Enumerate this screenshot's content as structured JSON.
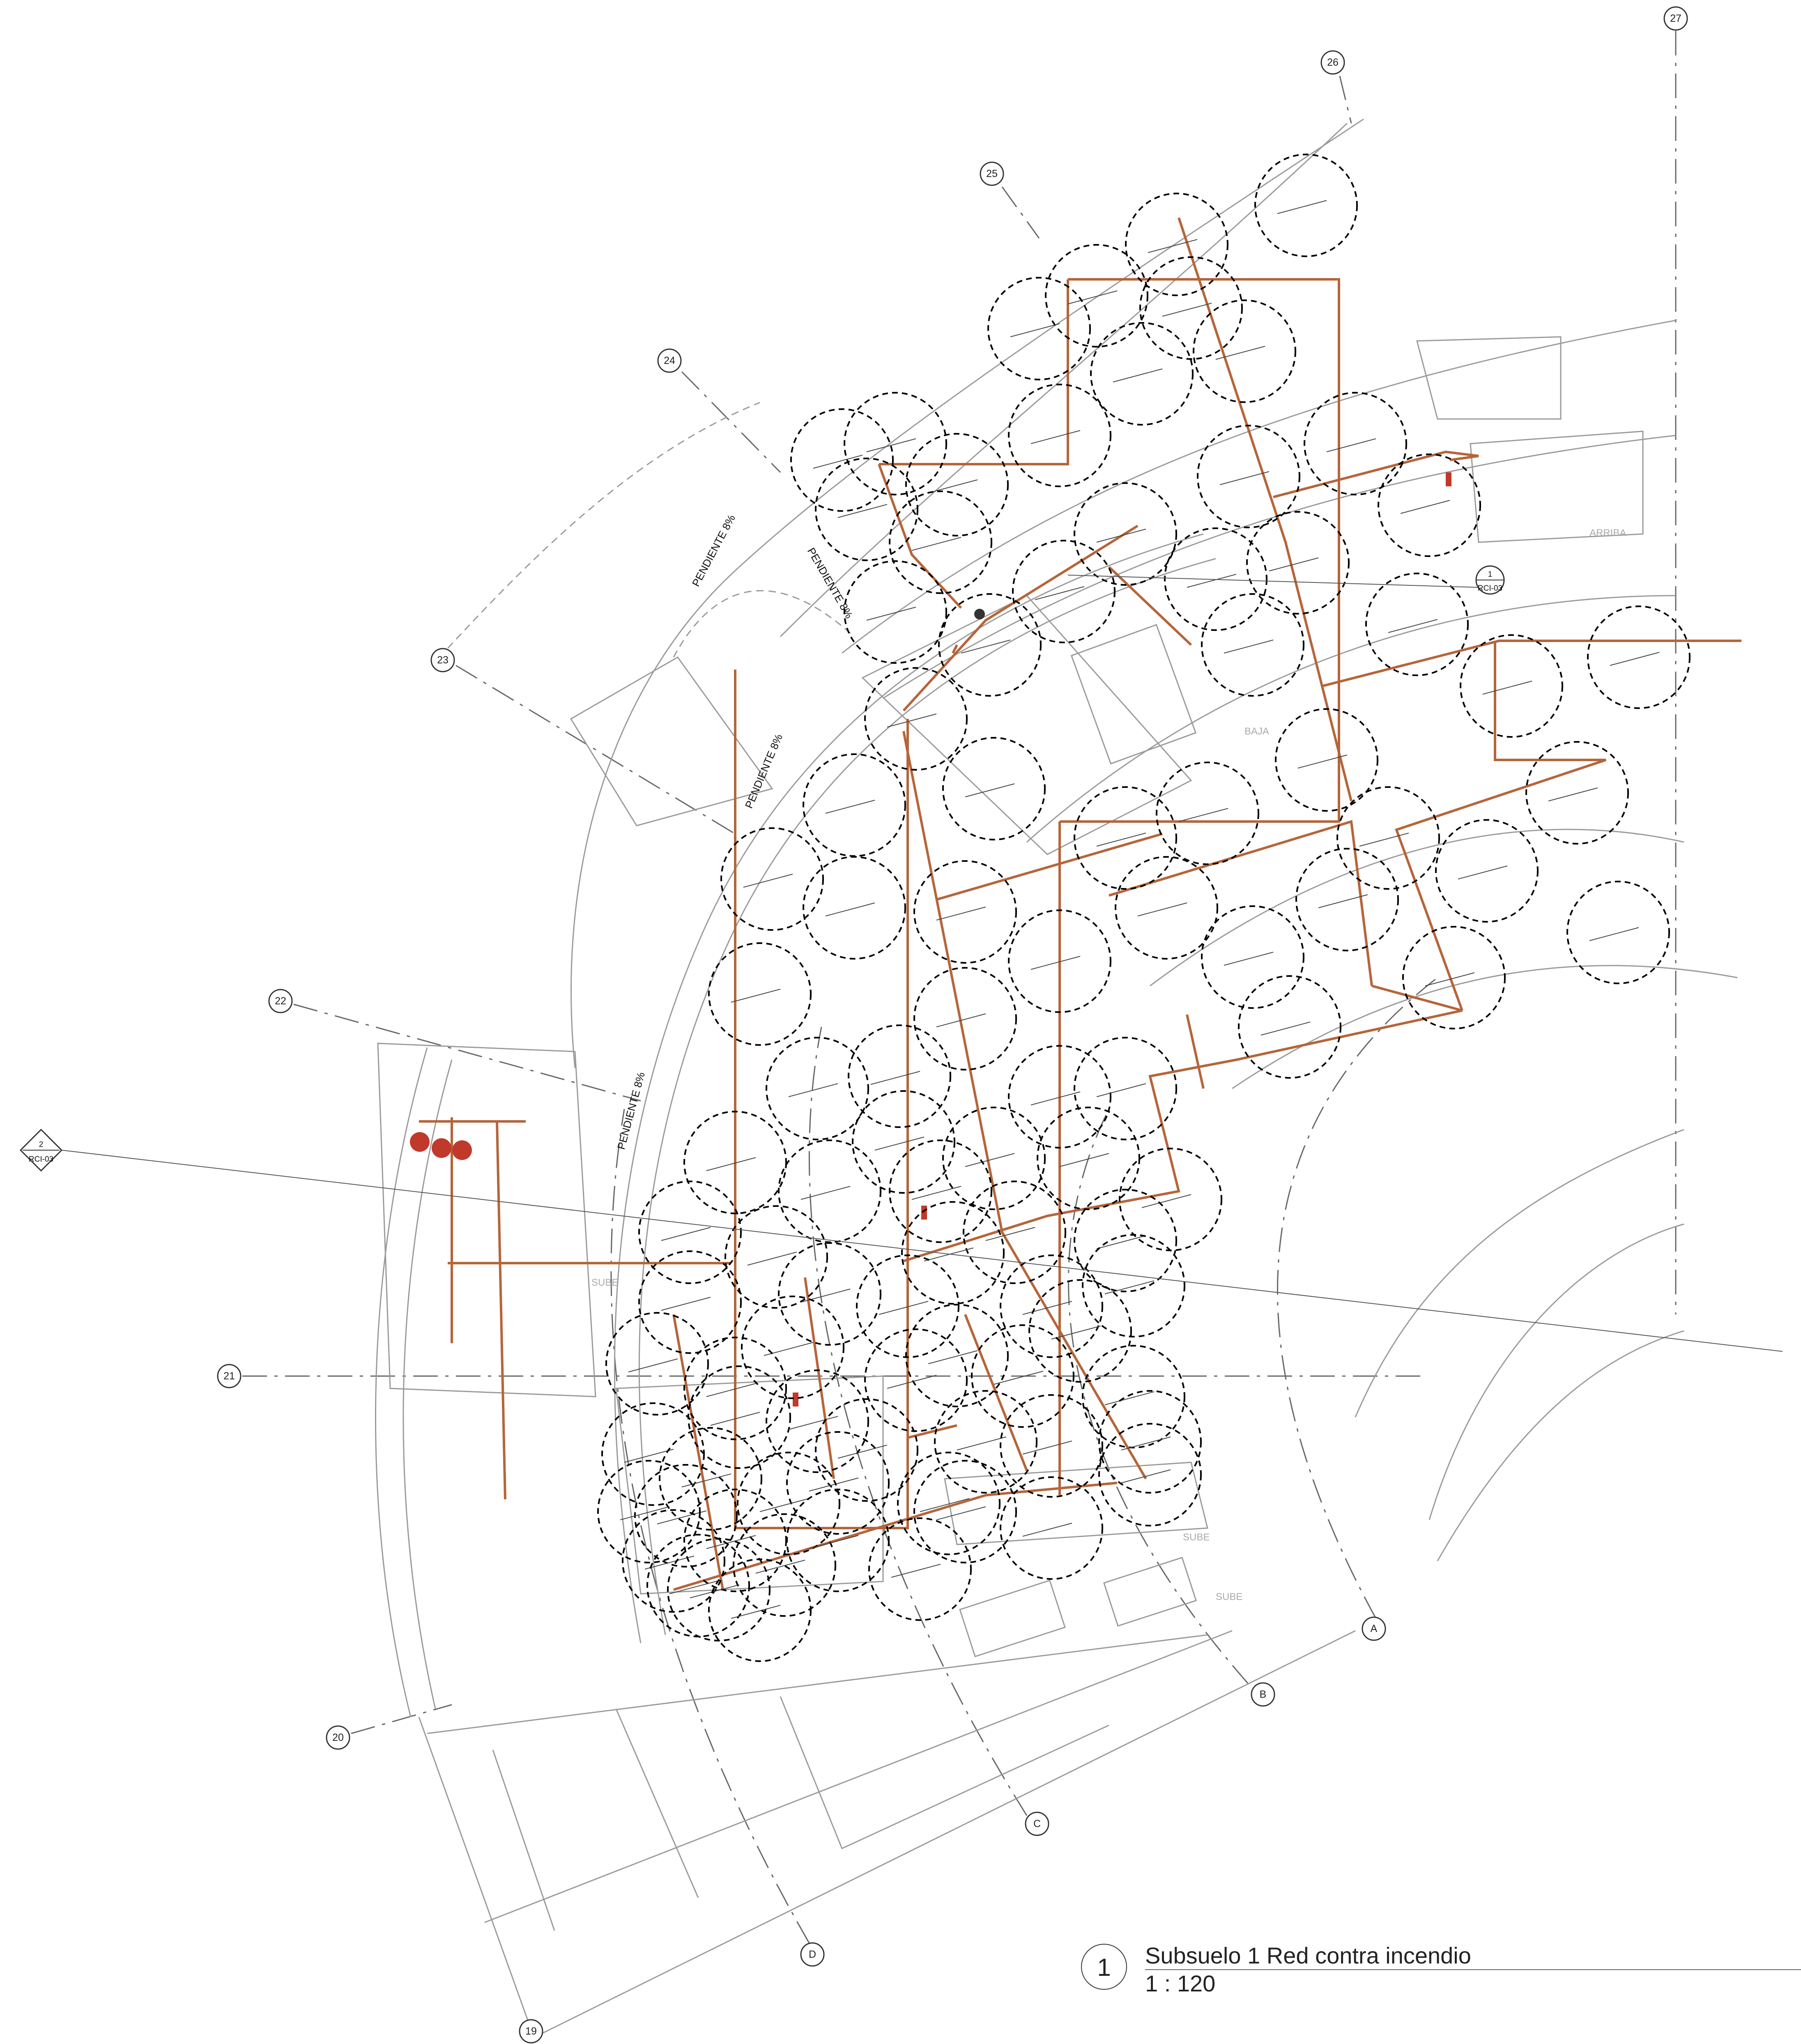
{
  "grid_lines": {
    "numbers": [
      "27",
      "26",
      "25",
      "24",
      "23",
      "22",
      "21",
      "20",
      "19"
    ],
    "letters": [
      "A",
      "B",
      "C",
      "D"
    ]
  },
  "annotations": {
    "slope_labels": [
      "PENDIENTE 8%",
      "PENDIENTE 8%",
      "PENDIENTE 8%",
      "PENDIENTE 8%"
    ],
    "stair_labels": [
      "ARRIBA",
      "BAJA",
      "SUBE",
      "SUBE",
      "SUBE"
    ]
  },
  "section_tags": [
    {
      "number": "1",
      "sheet": "RCI-03"
    },
    {
      "number": "2",
      "sheet": "RCI-03"
    }
  ],
  "drawing_title": {
    "number": "1",
    "name": "Subsuelo 1 Red contra incendio",
    "scale": "1 : 120"
  },
  "colors": {
    "pipe": "#b5653a",
    "equipment": "#c0392b",
    "sprinkler_coverage": "#000000",
    "architecture": "#9a9a9a"
  }
}
